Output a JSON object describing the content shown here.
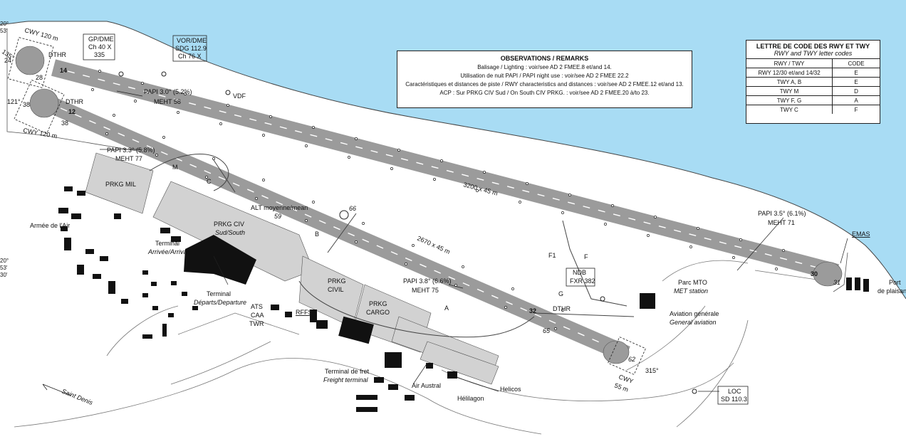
{
  "observations": {
    "title": "OBSERVATIONS / REMARKS",
    "lines": [
      "Balisage / Lighting : voir/see AD 2 FMEE.8 et/and 14.",
      "Utilisation de nuit PAPI / PAPI night use : voir/see AD 2 FMEE 22.2",
      "Caractéristiques et distances de piste / RWY characteristics and distances : voir/see AD 2 FMEE.12 et/and 13.",
      "ACP : Sur PRKG CIV Sud / On South CIV PRKG. : voir/see AD 2 FMEE.20 à/to 23."
    ]
  },
  "code_table": {
    "title": "LETTRE DE CODE DES RWY ET TWY",
    "subtitle": "RWY and TWY letter codes",
    "headers": [
      "RWY / TWY",
      "CODE"
    ],
    "rows": [
      [
        "RWY 12/30 et/and 14/32",
        "E"
      ],
      [
        "TWY A, B",
        "E"
      ],
      [
        "TWY M",
        "D"
      ],
      [
        "TWY F, G",
        "A"
      ],
      [
        "TWY C",
        "F"
      ]
    ]
  },
  "runways": {
    "main_dims": "3200 x 45 m",
    "second_dims": "2670 x 45 m",
    "thr_12": "12",
    "thr_14": "14",
    "thr_30": "30",
    "thr_32": "32",
    "dthr": "DTHR"
  },
  "navaids": {
    "gp_dme": [
      "GP/DME",
      "Ch 40 X",
      "335"
    ],
    "vor_dme": [
      "VOR/DME",
      "SDG 112.9",
      "Ch 76 X"
    ],
    "vdf": "VDF",
    "ndb": [
      "NDB",
      "FXR 382"
    ],
    "loc": [
      "LOC",
      "SD 110.3"
    ]
  },
  "papi": {
    "p14": [
      "PAPI 3.0° (5.2%)",
      "MEHT 58"
    ],
    "p12": [
      "PAPI 3.3° (5.8%)",
      "MEHT 77"
    ],
    "p32": [
      "PAPI 3.8° (6.6%)",
      "MEHT 75"
    ],
    "p30": [
      "PAPI 3.5° (6.1%)",
      "MEHT 71"
    ]
  },
  "labels": {
    "cwy_top": "CWY 120 m",
    "cwy_left": "CWY 120 m",
    "cwy_bottom": [
      "CWY",
      "55 m"
    ],
    "heading_135": "135°",
    "heading_121": "121°",
    "heading_315": "315°",
    "n24": "24",
    "n28": "28",
    "n38a": "38",
    "n38b": "38",
    "n66": "66",
    "n65": "65",
    "n62": "62",
    "n31": "31",
    "n59": "59",
    "twy_m": "M",
    "twy_c": "C",
    "twy_b": "B",
    "twy_a": "A",
    "twy_f": "F",
    "twy_f1": "F1",
    "twy_g": "G",
    "prkg_mil": "PRKG MIL",
    "prkg_civ": [
      "PRKG CIV",
      "Sud/South"
    ],
    "prkg_civil": [
      "PRKG",
      "CIVIL"
    ],
    "prkg_cargo": [
      "PRKG",
      "CARGO"
    ],
    "alt_moyenne": "ALT moyenne/mean",
    "armee": "Armée de l'Air",
    "terminal_arr": [
      "Terminal",
      "Arrivée/Arrival"
    ],
    "terminal_dep": [
      "Terminal",
      "Départs/Departure"
    ],
    "ats": "ATS",
    "caa": "CAA",
    "twr": "TWR",
    "rffs": "RFFS",
    "freight": [
      "Terminal de fret",
      "Freight terminal"
    ],
    "air_austral": "Air Austral",
    "heliiagon": "Hélilagon",
    "helicos": "Helicos",
    "parc_mto": [
      "Parc MTO",
      "MET station"
    ],
    "aviation": [
      "Aviation générale",
      "General aviation"
    ],
    "emas": "EMAS",
    "port": [
      "Port",
      "de plaisance"
    ],
    "saint_denis": "Saint Denis",
    "lat_top": [
      "20°",
      "53'"
    ],
    "lat_mid": [
      "20°",
      "53'",
      "30'"
    ]
  },
  "colors": {
    "sea": "#a8dcf4",
    "runway": "#9b9b9b",
    "apron": "#d2d2d2",
    "building": "#111111"
  }
}
